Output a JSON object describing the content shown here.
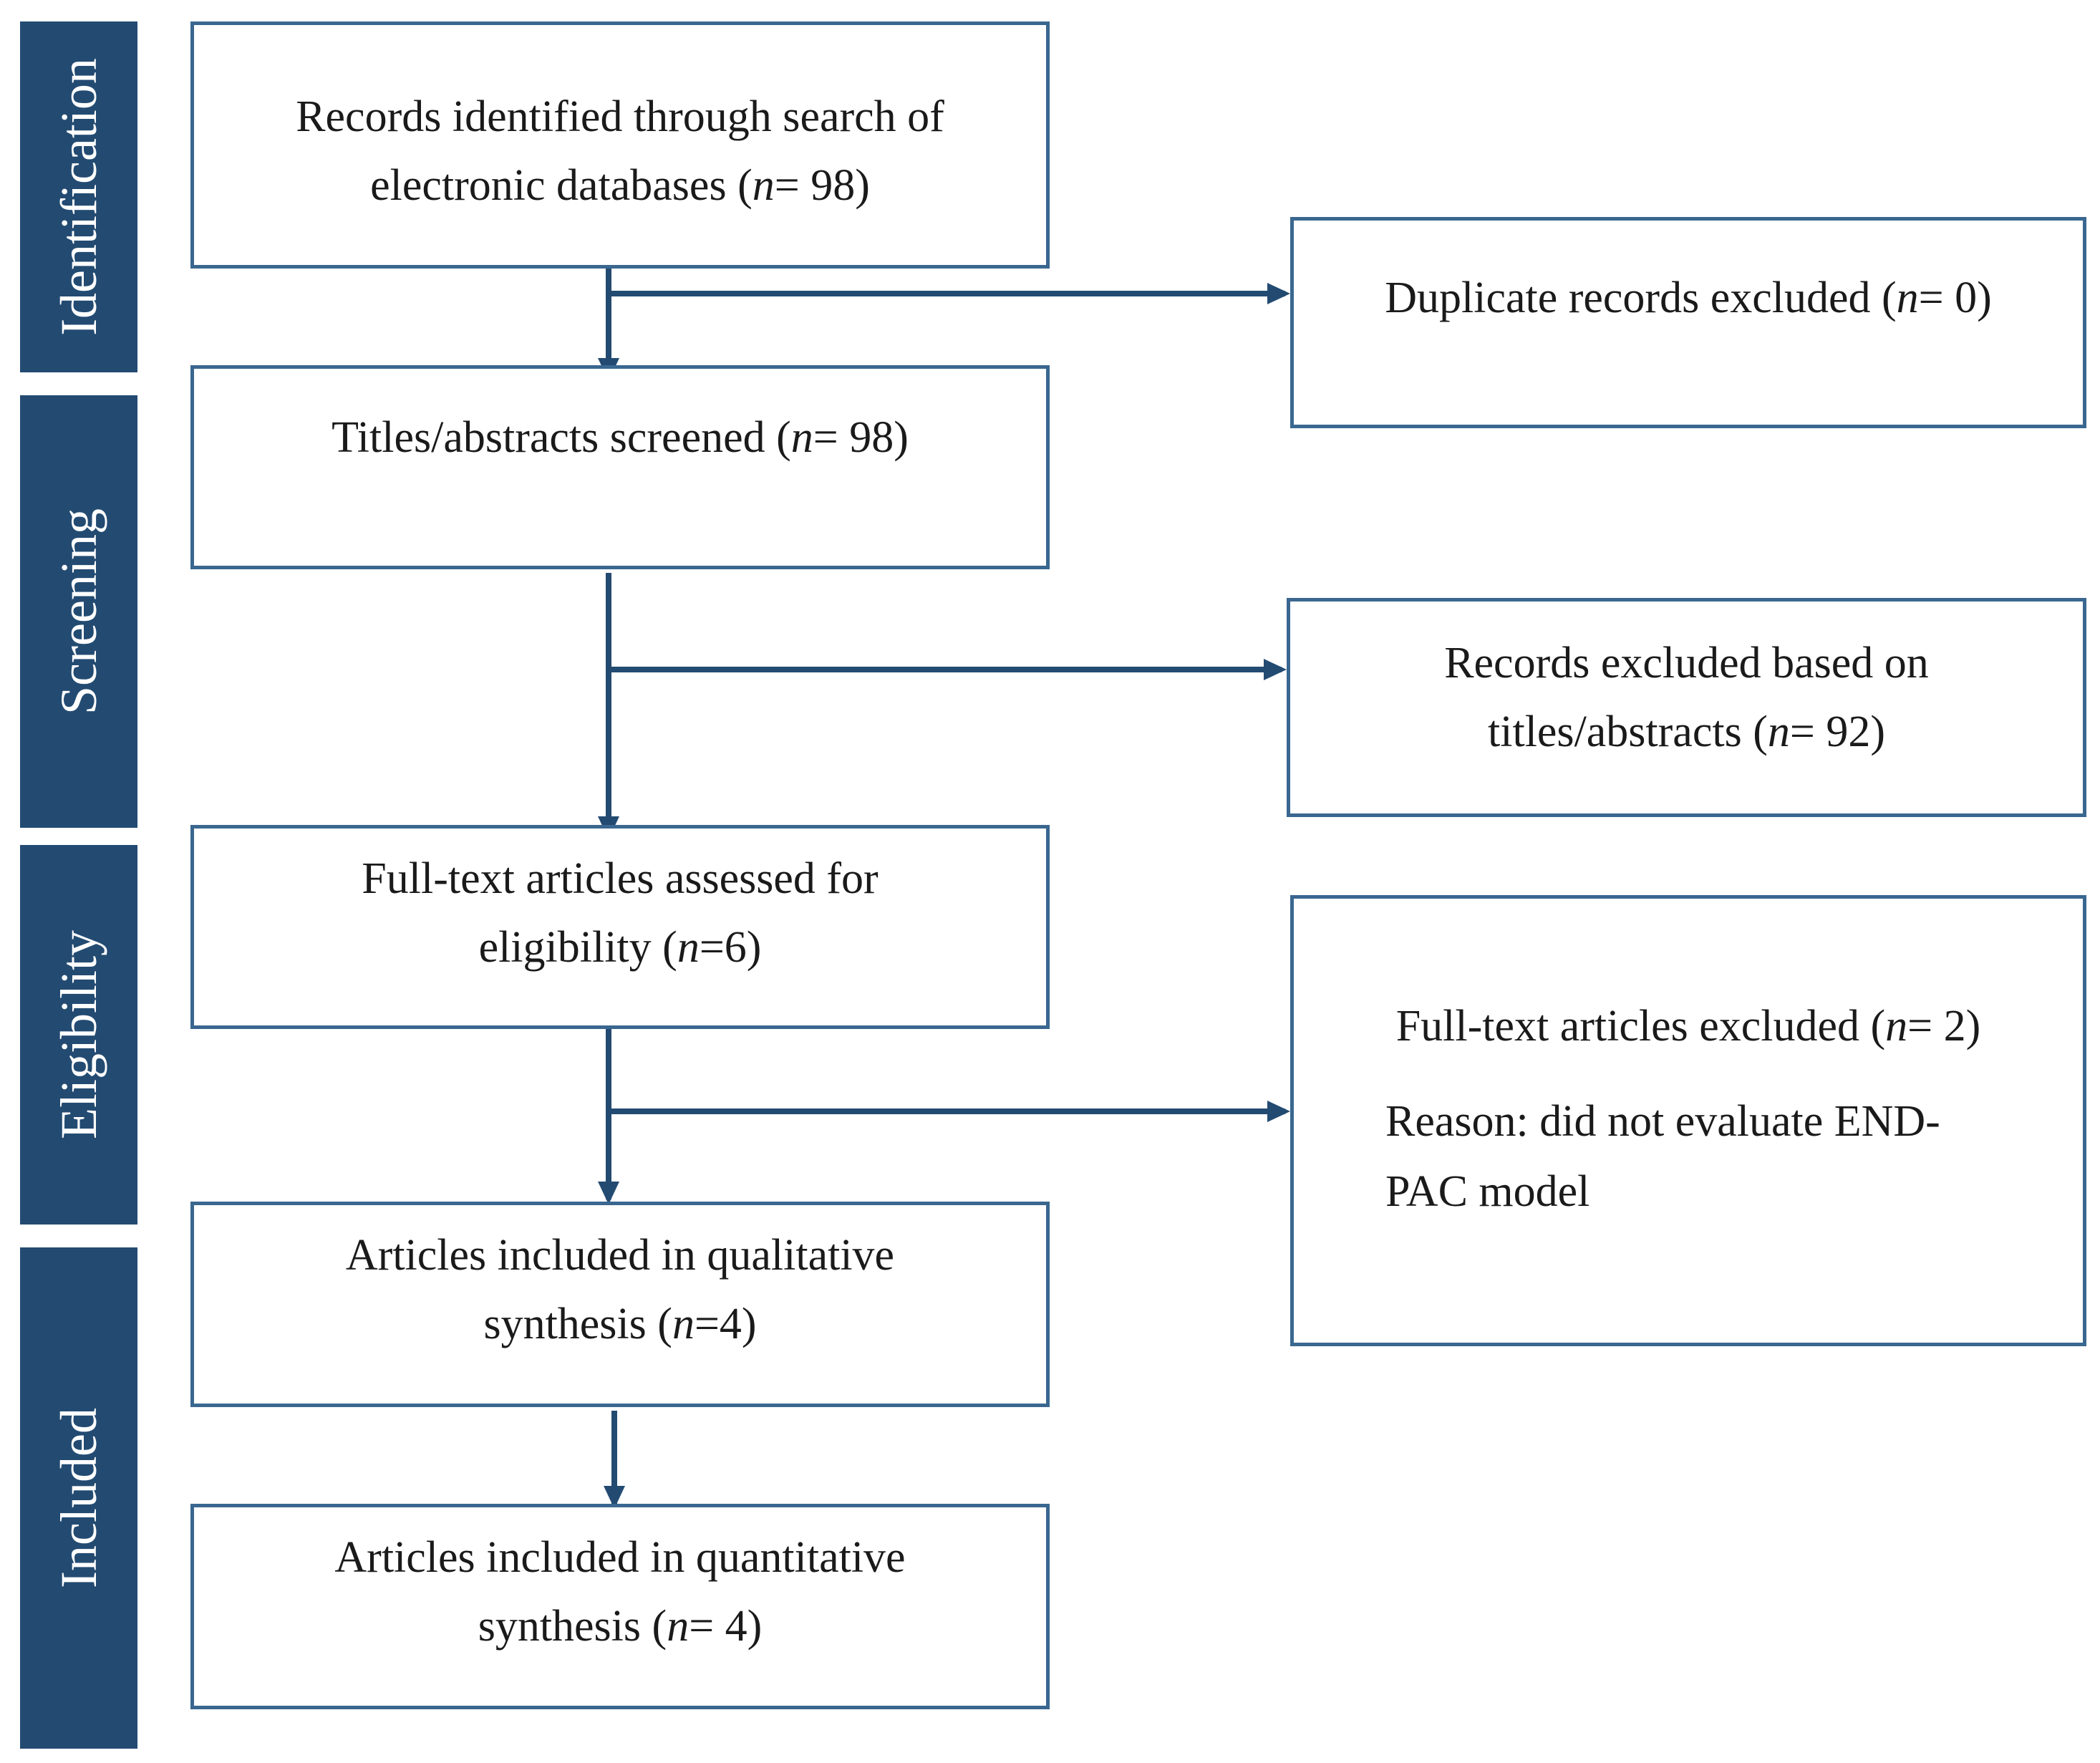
{
  "colors": {
    "stage_fill": "#234b72",
    "box_border": "#3a6790",
    "arrow": "#234b72",
    "text": "#1a1a1a"
  },
  "stages": {
    "identification": "Identification",
    "screening": "Screening",
    "eligibility": "Eligibility",
    "included": "Included"
  },
  "boxes": {
    "records_identified": {
      "line1": "Records identified through search of",
      "line2_pre": "electronic databases (",
      "n_var": "n",
      "line2_post": "= 98)"
    },
    "duplicates_excluded": {
      "line1_pre": "Duplicate records excluded (",
      "n_var": "n",
      "line1_post": "= 0)"
    },
    "titles_screened": {
      "line1_pre": "Titles/abstracts screened (",
      "n_var": "n",
      "line1_post": "= 98)"
    },
    "records_excluded": {
      "line1": "Records excluded based on",
      "line2_pre": "titles/abstracts (",
      "n_var": "n",
      "line2_post": "= 92)"
    },
    "fulltext_assessed": {
      "line1": "Full-text articles assessed for",
      "line2_pre": "eligibility (",
      "n_var": "n",
      "line2_post": "=6)"
    },
    "fulltext_excluded": {
      "line1_pre": "Full-text articles excluded (",
      "n_var": "n",
      "line1_post": "= 2)",
      "reason_line1": "Reason: did not evaluate END-",
      "reason_line2": "PAC model"
    },
    "qualitative": {
      "line1": "Articles included in qualitative",
      "line2_pre": "synthesis (",
      "n_var": "n",
      "line2_post": "=4)"
    },
    "quantitative": {
      "line1": "Articles included in quantitative",
      "line2_pre": "synthesis (",
      "n_var": "n",
      "line2_post": "= 4)"
    }
  }
}
